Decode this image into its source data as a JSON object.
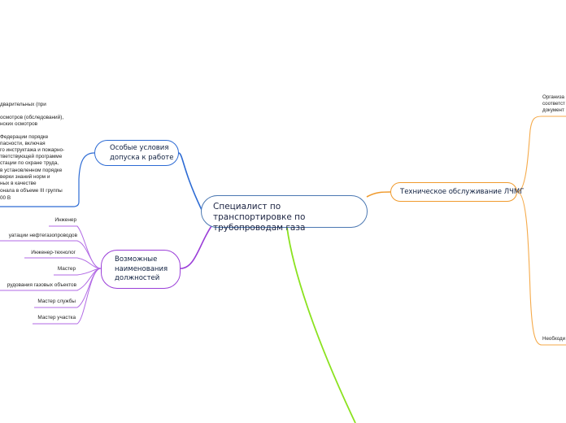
{
  "central": {
    "title": "Специалист по транспортировке по трубопроводам газа"
  },
  "branches": {
    "special_conditions": {
      "label": "Особые условия допуска к работе",
      "color": "#2d6bd4",
      "text_lines": [
        "дварительных (при",
        "осмотров (обследований),",
        "нских осмотров",
        "Федерации порядке",
        "пасности, включая",
        "го инструктажа и пожарно-",
        "тветствующей программе",
        "стации по охране труда,",
        "в установленном порядке",
        "верки знаний норм и",
        "ных в качестве",
        "онала в объеме III группы",
        "00 В"
      ]
    },
    "positions": {
      "label": "Возможные наименования должностей",
      "color": "#9b3fd8",
      "items": [
        "Инженер",
        "уатации нефтегазопроводов",
        "Инженер-технолог",
        "Мастер",
        "рудования газовых объектов",
        "Мастер службы",
        "Мастер участка"
      ]
    },
    "maintenance": {
      "label": "Техническое обслуживание ЛЧМГ",
      "color": "#f09a2c",
      "text_lines": [
        "Организа",
        "соответст",
        "документ"
      ],
      "bottom_text": "Необходи"
    },
    "green": {
      "color": "#8be21f"
    }
  },
  "colors": {
    "central_border": "#4b78b2",
    "text": "#1a2240",
    "background": "#ffffff"
  }
}
